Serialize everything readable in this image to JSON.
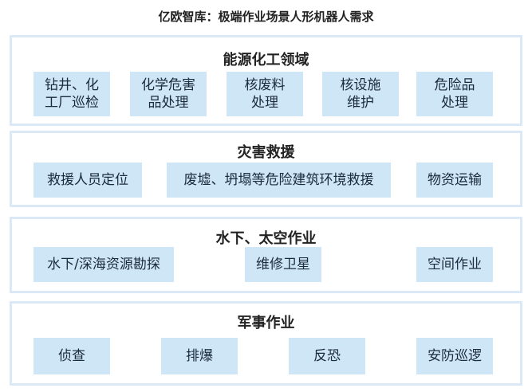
{
  "title": "亿欧智库：极端作业场景人形机器人需求",
  "sections": [
    {
      "title": "能源化工领域",
      "items": [
        {
          "lines": [
            "钻井、化",
            "工厂巡检"
          ]
        },
        {
          "lines": [
            "化学危害",
            "品处理"
          ]
        },
        {
          "lines": [
            "核废料",
            "处理"
          ]
        },
        {
          "lines": [
            "核设施",
            "维护"
          ]
        },
        {
          "lines": [
            "危险品",
            "处理"
          ]
        }
      ]
    },
    {
      "title": "灾害救援",
      "items": [
        {
          "lines": [
            "救援人员定位"
          ]
        },
        {
          "lines": [
            "废墟、坍塌等危险建筑环境救援"
          ]
        },
        {
          "lines": [
            "物资运输"
          ]
        }
      ]
    },
    {
      "title": "水下、太空作业",
      "items": [
        {
          "lines": [
            "水下/深海资源勘探"
          ]
        },
        {
          "lines": [
            "维修卫星"
          ]
        },
        {
          "lines": [
            "空间作业"
          ]
        }
      ]
    },
    {
      "title": "军事作业",
      "items": [
        {
          "lines": [
            "侦查"
          ]
        },
        {
          "lines": [
            "排爆"
          ]
        },
        {
          "lines": [
            "反恐"
          ]
        },
        {
          "lines": [
            "安防巡逻"
          ]
        }
      ]
    }
  ]
}
